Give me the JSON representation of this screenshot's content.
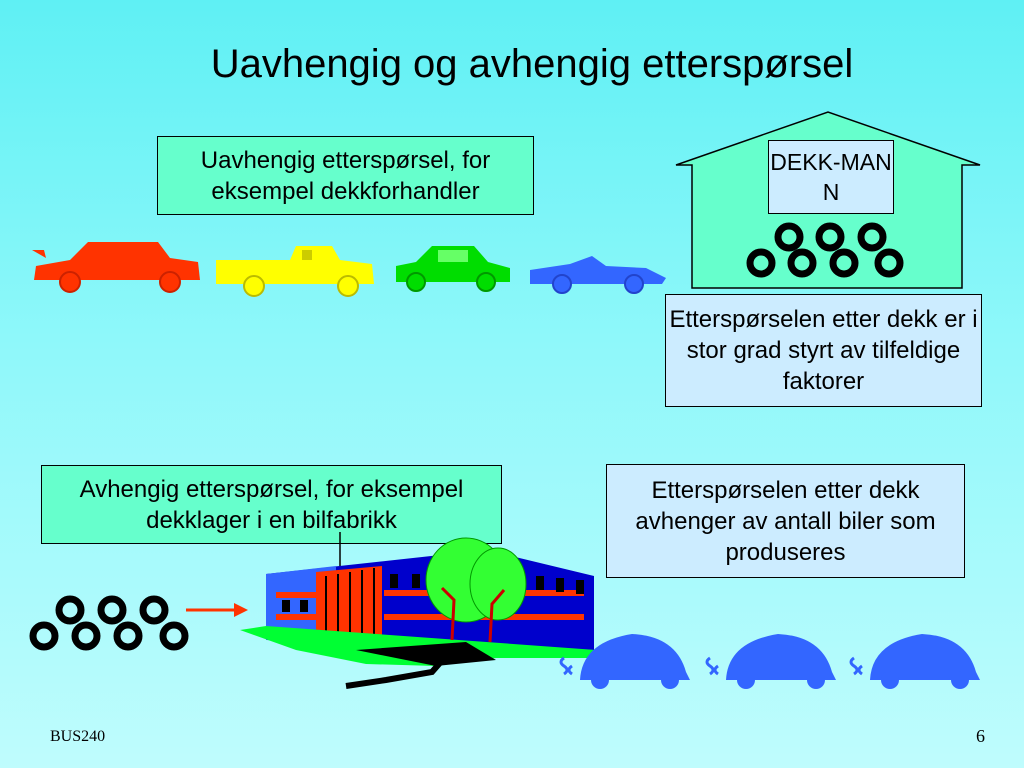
{
  "slide": {
    "title": "Uavhengig og avhengig etterspørsel",
    "independent_label": "Uavhengig etterspørsel, for eksempel dekkforhandler",
    "store_sign": "DEKK-MANN",
    "independent_note": "Etterspørselen etter dekk er i stor grad styrt av tilfeldige faktorer",
    "dependent_label": "Avhengig etterspørsel, for eksempel dekklager i en bilfabrikk",
    "dependent_note": "Etterspørselen etter dekk avhenger av antall biler som produseres",
    "footer_course": "BUS240",
    "page_number": "6"
  },
  "colors": {
    "label_box": "#66ffcc",
    "note_box": "#ccecff",
    "car_red": "#ff3300",
    "car_yellow": "#ffff00",
    "car_green": "#00dd00",
    "car_blue": "#3366ff",
    "arrow": "#ff3300"
  },
  "icons": [
    "house-icon",
    "tire-stack-icon",
    "car-icon",
    "factory-icon",
    "tree-icon",
    "arrow-icon",
    "beetle-car-icon"
  ]
}
